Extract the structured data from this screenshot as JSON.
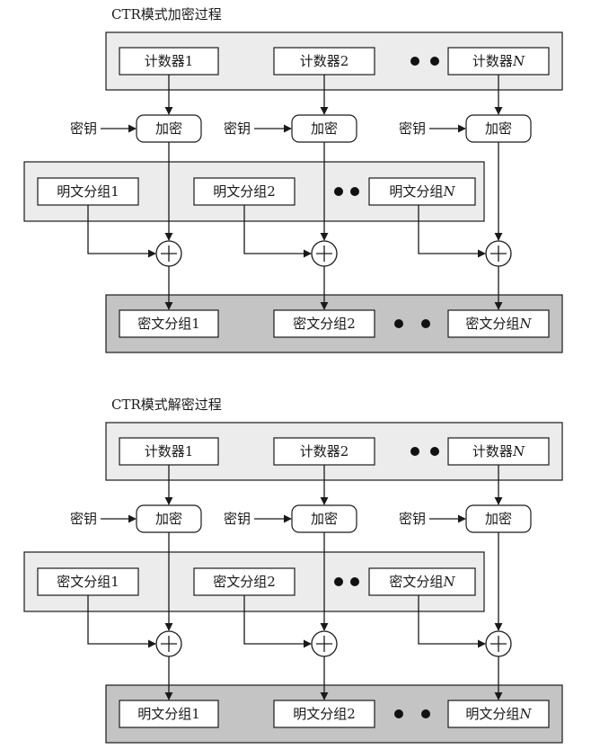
{
  "colors": {
    "band_light": "#ececec",
    "band_dark": "#c4c4c4",
    "line": "#1a1a1a"
  },
  "diagrams": [
    {
      "title": "CTR模式加密过程",
      "counters": [
        {
          "prefix": "计数器",
          "suffix": "1",
          "italic": false
        },
        {
          "prefix": "计数器",
          "suffix": "2",
          "italic": false
        },
        {
          "prefix": "计数器",
          "suffix": "N",
          "italic": true
        }
      ],
      "key_label": "密钥",
      "encrypt_label": "加密",
      "inputs": [
        {
          "prefix": "明文分组",
          "suffix": "1",
          "italic": false
        },
        {
          "prefix": "明文分组",
          "suffix": "2",
          "italic": false
        },
        {
          "prefix": "明文分组",
          "suffix": "N",
          "italic": true
        }
      ],
      "outputs": [
        {
          "prefix": "密文分组",
          "suffix": "1",
          "italic": false
        },
        {
          "prefix": "密文分组",
          "suffix": "2",
          "italic": false
        },
        {
          "prefix": "密文分组",
          "suffix": "N",
          "italic": true
        }
      ]
    },
    {
      "title": "CTR模式解密过程",
      "counters": [
        {
          "prefix": "计数器",
          "suffix": "1",
          "italic": false
        },
        {
          "prefix": "计数器",
          "suffix": "2",
          "italic": false
        },
        {
          "prefix": "计数器",
          "suffix": "N",
          "italic": true
        }
      ],
      "key_label": "密钥",
      "encrypt_label": "加密",
      "inputs": [
        {
          "prefix": "密文分组",
          "suffix": "1",
          "italic": false
        },
        {
          "prefix": "密文分组",
          "suffix": "2",
          "italic": false
        },
        {
          "prefix": "密文分组",
          "suffix": "N",
          "italic": true
        }
      ],
      "outputs": [
        {
          "prefix": "明文分组",
          "suffix": "1",
          "italic": false
        },
        {
          "prefix": "明文分组",
          "suffix": "2",
          "italic": false
        },
        {
          "prefix": "明文分组",
          "suffix": "N",
          "italic": true
        }
      ]
    }
  ]
}
